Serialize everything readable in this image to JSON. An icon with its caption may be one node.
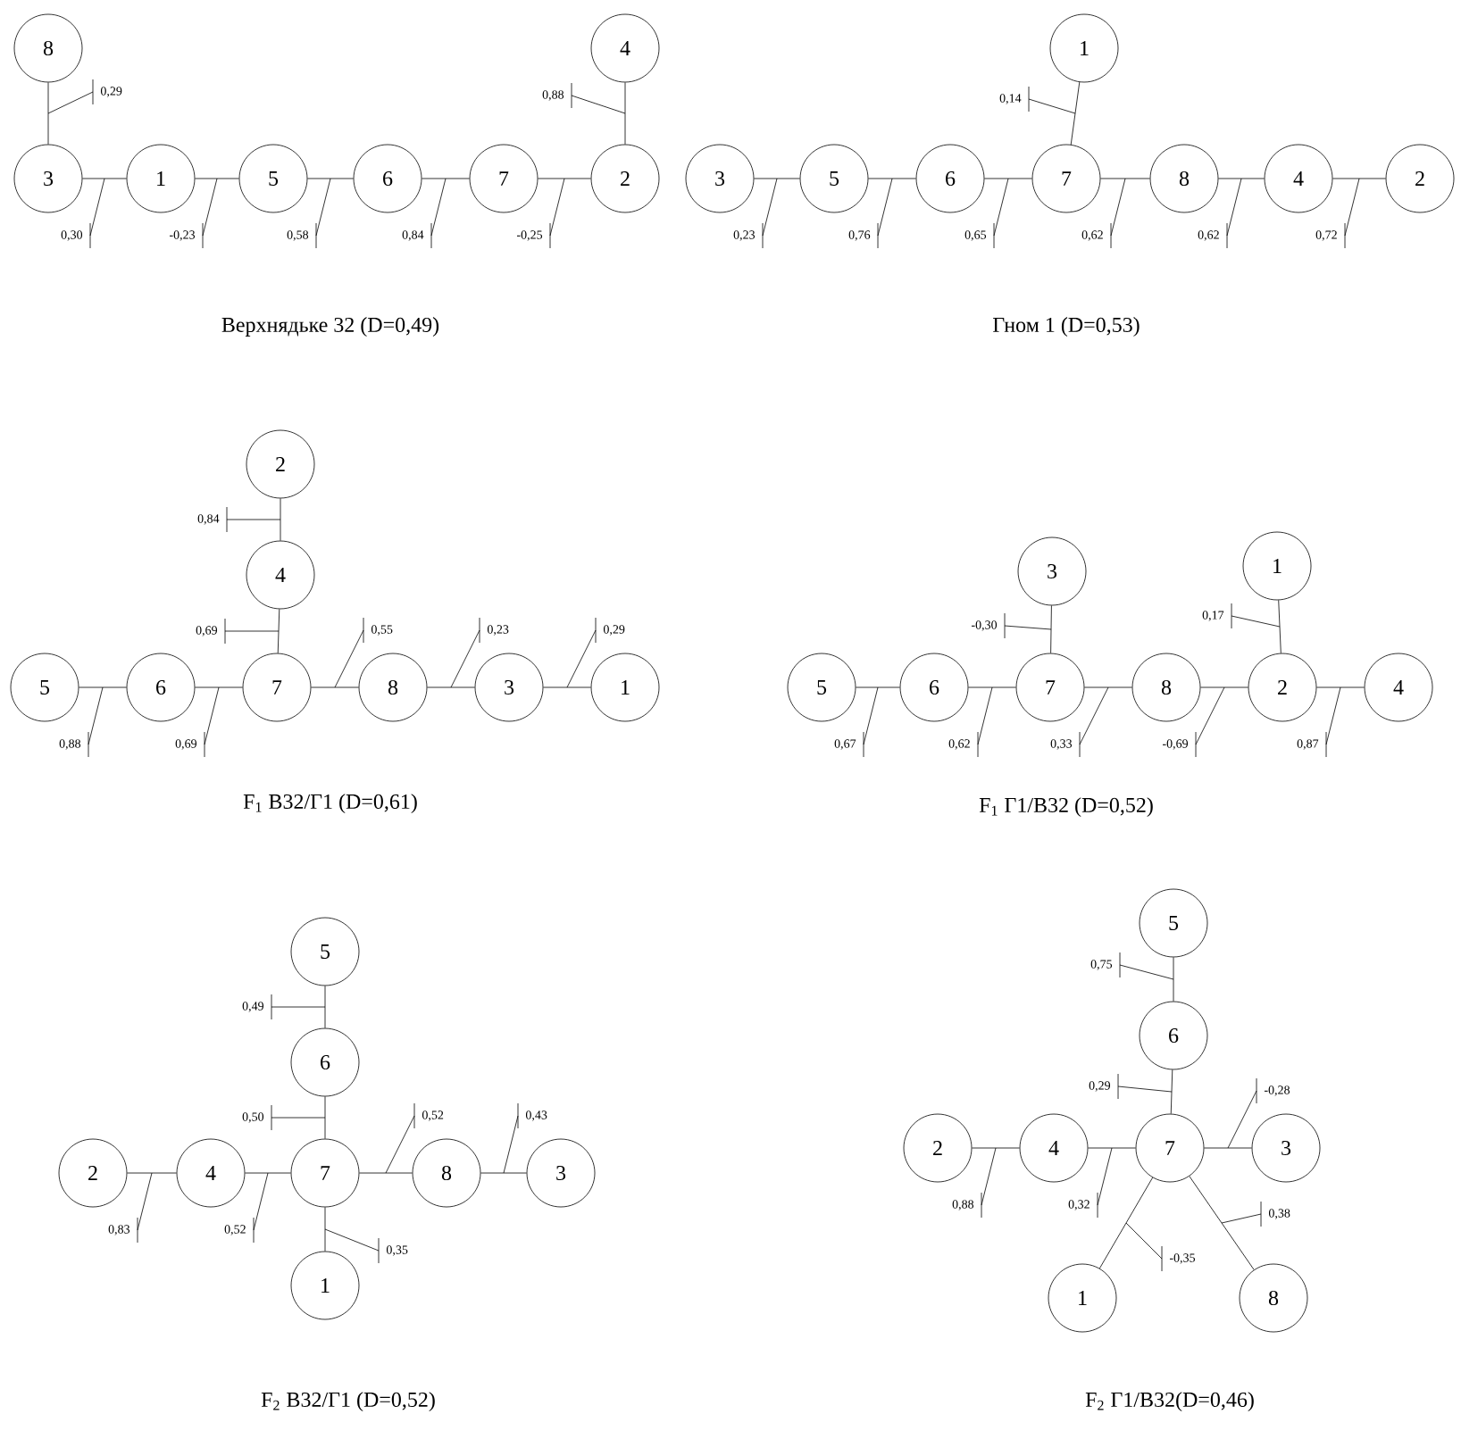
{
  "diagram": {
    "nodes": [
      {
        "text": [
          "8"
        ]
      },
      {
        "text": [
          "4"
        ]
      },
      {
        "text": [
          "3"
        ]
      },
      {
        "text": [
          "1"
        ]
      },
      {
        "text": [
          "5"
        ]
      },
      {
        "text": [
          "6"
        ]
      },
      {
        "text": [
          "7"
        ]
      },
      {
        "text": [
          "2"
        ]
      },
      {
        "text": [
          "1"
        ]
      },
      {
        "text": [
          "3"
        ]
      },
      {
        "text": [
          "5"
        ]
      },
      {
        "text": [
          "6"
        ]
      },
      {
        "text": [
          "7"
        ]
      },
      {
        "text": [
          "8"
        ]
      },
      {
        "text": [
          "4"
        ]
      },
      {
        "text": [
          "2"
        ]
      },
      {
        "text": [
          "2"
        ]
      },
      {
        "text": [
          "4"
        ]
      },
      {
        "text": [
          "5"
        ]
      },
      {
        "text": [
          "6"
        ]
      },
      {
        "text": [
          "7"
        ]
      },
      {
        "text": [
          "8"
        ]
      },
      {
        "text": [
          "3"
        ]
      },
      {
        "text": [
          "1"
        ]
      },
      {
        "text": [
          "3"
        ]
      },
      {
        "text": [
          "1"
        ]
      },
      {
        "text": [
          "5"
        ]
      },
      {
        "text": [
          "6"
        ]
      },
      {
        "text": [
          "7"
        ]
      },
      {
        "text": [
          "8"
        ]
      },
      {
        "text": [
          "2"
        ]
      },
      {
        "text": [
          "4"
        ]
      },
      {
        "text": [
          "5"
        ]
      },
      {
        "text": [
          "6"
        ]
      },
      {
        "text": [
          "2"
        ]
      },
      {
        "text": [
          "4"
        ]
      },
      {
        "text": [
          "7"
        ]
      },
      {
        "text": [
          "8"
        ]
      },
      {
        "text": [
          "3"
        ]
      },
      {
        "text": [
          "1"
        ]
      },
      {
        "text": [
          "5"
        ]
      },
      {
        "text": [
          "6"
        ]
      },
      {
        "text": [
          "2"
        ]
      },
      {
        "text": [
          "4"
        ]
      },
      {
        "text": [
          "7"
        ]
      },
      {
        "text": [
          "3"
        ]
      },
      {
        "text": [
          "1"
        ]
      },
      {
        "text": [
          "8"
        ]
      }
    ],
    "edges": [
      {
        "from": 0,
        "to": 2,
        "arrow": "none",
        "label": "0,29"
      },
      {
        "from": 2,
        "to": 3,
        "arrow": "none",
        "label": "0,30"
      },
      {
        "from": 3,
        "to": 4,
        "arrow": "none",
        "label": "-0,23"
      },
      {
        "from": 4,
        "to": 5,
        "arrow": "none",
        "label": "0,58"
      },
      {
        "from": 5,
        "to": 6,
        "arrow": "none",
        "label": "0,84"
      },
      {
        "from": 6,
        "to": 7,
        "arrow": "none",
        "label": "-0,25"
      },
      {
        "from": 1,
        "to": 7,
        "arrow": "none",
        "label": "0,88"
      },
      {
        "from": 8,
        "to": 12,
        "arrow": "none",
        "label": "0,14"
      },
      {
        "from": 9,
        "to": 10,
        "arrow": "none",
        "label": "0,23"
      },
      {
        "from": 10,
        "to": 11,
        "arrow": "none",
        "label": "0,76"
      },
      {
        "from": 11,
        "to": 12,
        "arrow": "none",
        "label": "0,65"
      },
      {
        "from": 12,
        "to": 13,
        "arrow": "none",
        "label": "0,62"
      },
      {
        "from": 13,
        "to": 14,
        "arrow": "none",
        "label": "0,62"
      },
      {
        "from": 14,
        "to": 15,
        "arrow": "none",
        "label": "0,72"
      },
      {
        "from": 16,
        "to": 17,
        "arrow": "none",
        "label": "0,84"
      },
      {
        "from": 17,
        "to": 20,
        "arrow": "none",
        "label": "0,69"
      },
      {
        "from": 18,
        "to": 19,
        "arrow": "none",
        "label": "0,88"
      },
      {
        "from": 19,
        "to": 20,
        "arrow": "none",
        "label": "0,69"
      },
      {
        "from": 20,
        "to": 21,
        "arrow": "none",
        "label": "0,55"
      },
      {
        "from": 21,
        "to": 22,
        "arrow": "none",
        "label": "0,23"
      },
      {
        "from": 22,
        "to": 23,
        "arrow": "none",
        "label": "0,29"
      },
      {
        "from": 24,
        "to": 28,
        "arrow": "none",
        "label": "-0,30"
      },
      {
        "from": 25,
        "to": 30,
        "arrow": "none",
        "label": "0,17"
      },
      {
        "from": 26,
        "to": 27,
        "arrow": "none",
        "label": "0,67"
      },
      {
        "from": 27,
        "to": 28,
        "arrow": "none",
        "label": "0,62"
      },
      {
        "from": 28,
        "to": 29,
        "arrow": "none",
        "label": "0,33"
      },
      {
        "from": 29,
        "to": 30,
        "arrow": "none",
        "label": "-0,69"
      },
      {
        "from": 30,
        "to": 31,
        "arrow": "none",
        "label": "0,87"
      },
      {
        "from": 32,
        "to": 33,
        "arrow": "none",
        "label": "0,49"
      },
      {
        "from": 33,
        "to": 36,
        "arrow": "none",
        "label": "0,50"
      },
      {
        "from": 34,
        "to": 35,
        "arrow": "none",
        "label": "0,83"
      },
      {
        "from": 35,
        "to": 36,
        "arrow": "none",
        "label": "0,52"
      },
      {
        "from": 36,
        "to": 37,
        "arrow": "none",
        "label": "0,52"
      },
      {
        "from": 37,
        "to": 38,
        "arrow": "none",
        "label": "0,43"
      },
      {
        "from": 36,
        "to": 39,
        "arrow": "none",
        "label": "0,35"
      },
      {
        "from": 40,
        "to": 41,
        "arrow": "none",
        "label": "0,75"
      },
      {
        "from": 41,
        "to": 44,
        "arrow": "none",
        "label": "0,29"
      },
      {
        "from": 42,
        "to": 43,
        "arrow": "none",
        "label": "0,88"
      },
      {
        "from": 43,
        "to": 44,
        "arrow": "none",
        "label": "0,32"
      },
      {
        "from": 44,
        "to": 45,
        "arrow": "none",
        "label": "-0,28"
      },
      {
        "from": 44,
        "to": 46,
        "arrow": "none",
        "label": "-0,35"
      },
      {
        "from": 44,
        "to": 47,
        "arrow": "none",
        "label": "0,38"
      }
    ],
    "labels": [
      "Верхнядьке 32 (D=0,49)",
      "Гном 1 (D=0,53)",
      "F$_{1}$ В32/Г1 (D=0,61)",
      "F$_{1}$ Г1/В32 (D=0,52)",
      "F$_{2}$ В32/Г1 (D=0,52)",
      "F$_{2}$ Г1/В32(D=0,46)"
    ]
  }
}
